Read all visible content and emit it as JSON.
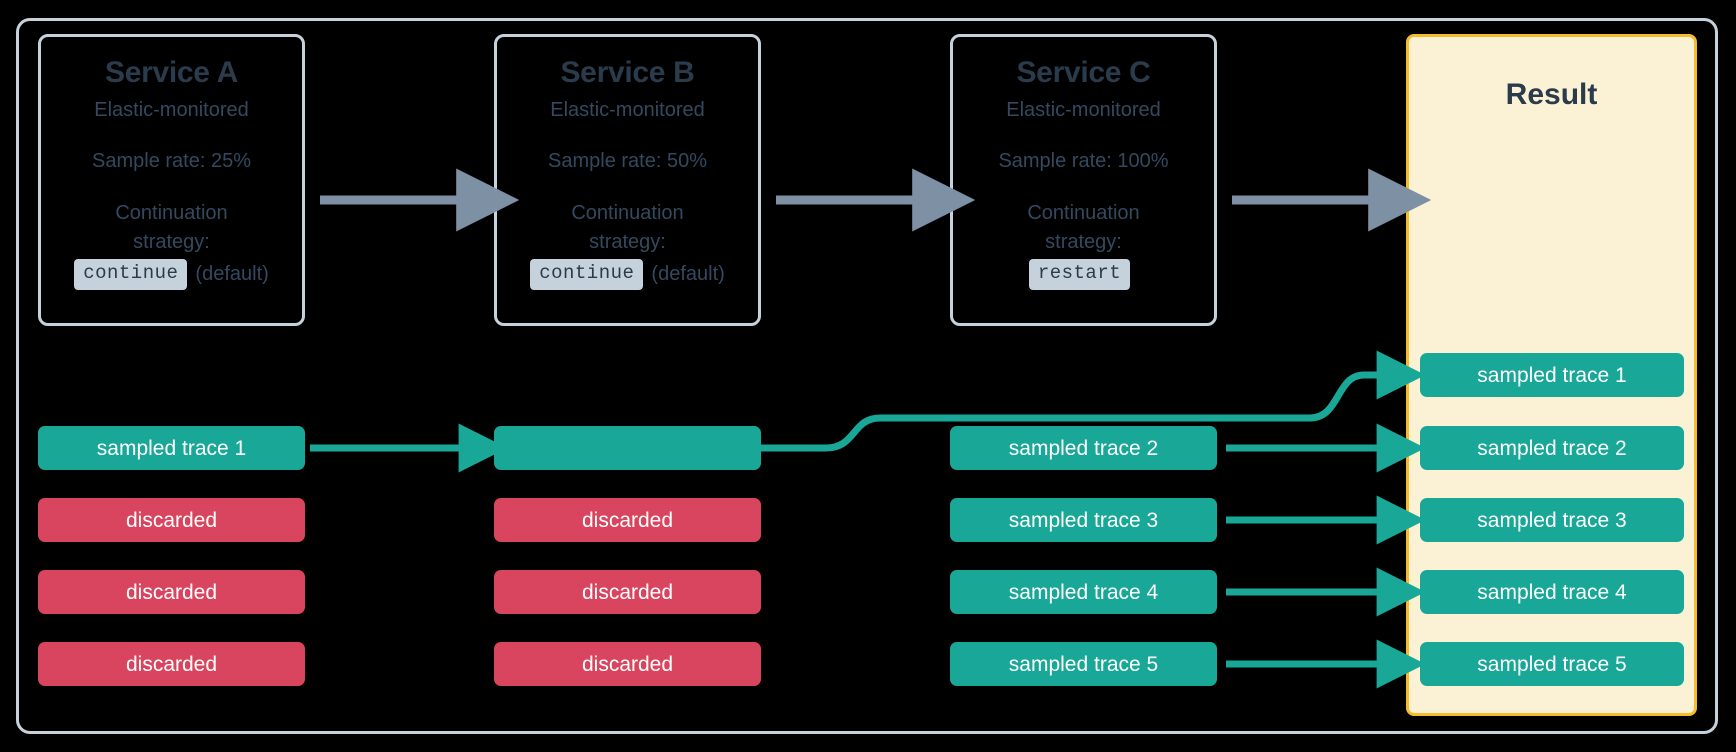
{
  "diagram": {
    "title_hidden": "Elastic APM distributed tracing sampling flow",
    "colors": {
      "background": "#000000",
      "frame_border": "#c5d2dc",
      "service_border": "#c5d2dc",
      "title_text": "#2a3b4c",
      "body_text": "#34495e",
      "code_badge_bg": "#c5d2dc",
      "result_bg": "#fbf2d5",
      "result_border": "#f5bc2e",
      "sampled": "#19a797",
      "discarded": "#d9455f",
      "gray_arrow": "#7e90a4"
    }
  },
  "services": [
    {
      "name": "Service A",
      "monitored": "Elastic-monitored",
      "sample_rate": "Sample rate: 25%",
      "strategy_line1": "Continuation",
      "strategy_line2": "strategy:",
      "strategy_value": "continue",
      "strategy_note": "(default)"
    },
    {
      "name": "Service B",
      "monitored": "Elastic-monitored",
      "sample_rate": "Sample rate: 50%",
      "strategy_line1": "Continuation",
      "strategy_line2": "strategy:",
      "strategy_value": "continue",
      "strategy_note": "(default)"
    },
    {
      "name": "Service C",
      "monitored": "Elastic-monitored",
      "sample_rate": "Sample rate: 100%",
      "strategy_line1": "Continuation",
      "strategy_line2": "strategy:",
      "strategy_value": "restart",
      "strategy_note": ""
    }
  ],
  "result": {
    "title": "Result"
  },
  "columns": {
    "service_a_traces": [
      {
        "label": "sampled trace 1",
        "state": "sampled"
      },
      {
        "label": "discarded",
        "state": "discarded"
      },
      {
        "label": "discarded",
        "state": "discarded"
      },
      {
        "label": "discarded",
        "state": "discarded"
      }
    ],
    "service_b_traces": [
      {
        "label": "",
        "state": "sampled"
      },
      {
        "label": "discarded",
        "state": "discarded"
      },
      {
        "label": "discarded",
        "state": "discarded"
      },
      {
        "label": "discarded",
        "state": "discarded"
      }
    ],
    "service_c_traces": [
      {
        "label": "sampled trace 2",
        "state": "sampled"
      },
      {
        "label": "sampled trace 3",
        "state": "sampled"
      },
      {
        "label": "sampled trace 4",
        "state": "sampled"
      },
      {
        "label": "sampled trace 5",
        "state": "sampled"
      }
    ],
    "result_traces": [
      {
        "label": "sampled trace 1",
        "state": "sampled"
      },
      {
        "label": "sampled trace 2",
        "state": "sampled"
      },
      {
        "label": "sampled trace 3",
        "state": "sampled"
      },
      {
        "label": "sampled trace 4",
        "state": "sampled"
      },
      {
        "label": "sampled trace 5",
        "state": "sampled"
      }
    ]
  }
}
